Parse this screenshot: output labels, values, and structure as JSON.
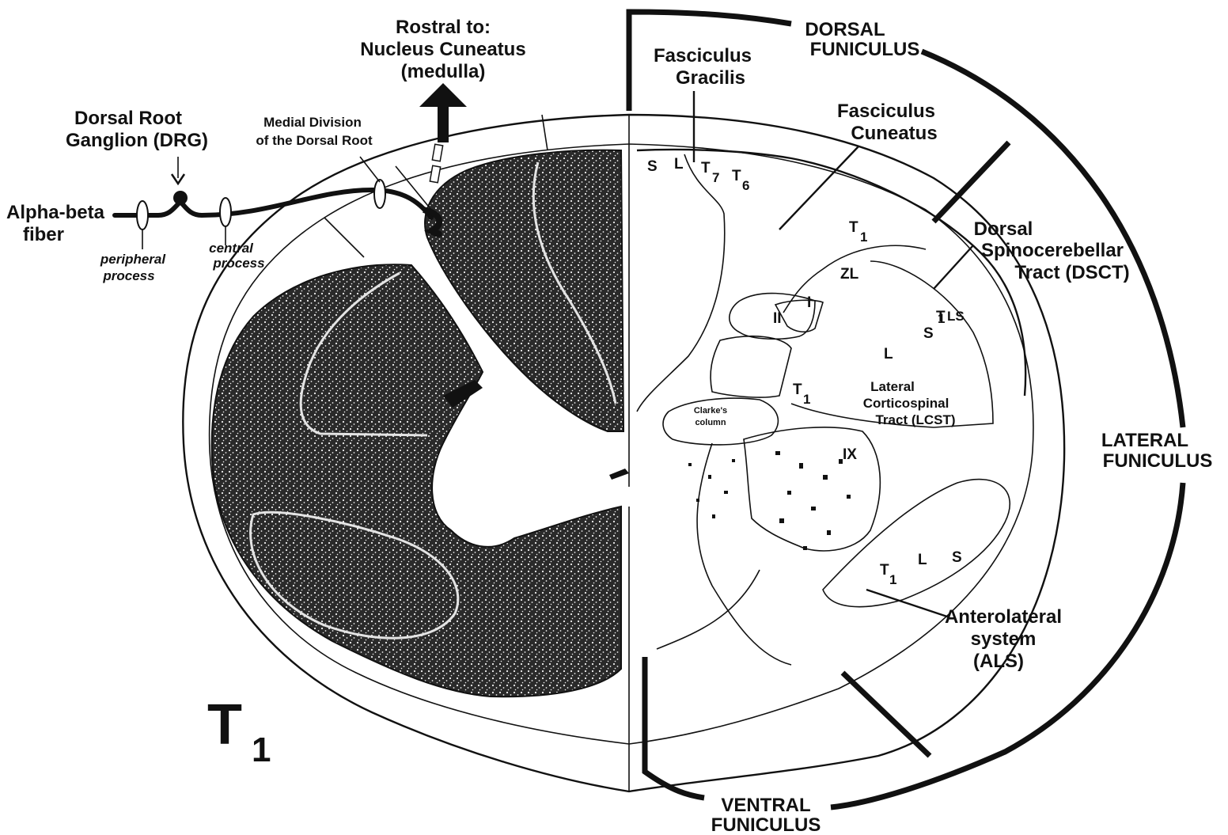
{
  "labels": {
    "rostral": [
      "Rostral to:",
      "Nucleus Cuneatus",
      "(medulla)"
    ],
    "dorsal_funiculus": [
      "DORSAL",
      "FUNICULUS"
    ],
    "fasciculus_gracilis": [
      "Fasciculus",
      "Gracilis"
    ],
    "fasciculus_cuneatus": [
      "Fasciculus",
      "Cuneatus"
    ],
    "drg": [
      "Dorsal Root",
      "Ganglion (DRG)"
    ],
    "medial_division": [
      "Medial Division",
      "of the Dorsal Root"
    ],
    "alpha_beta": [
      "Alpha-beta",
      "fiber"
    ],
    "peripheral_process": [
      "peripheral",
      "process"
    ],
    "central_process": [
      "central",
      "process"
    ],
    "dsct": [
      "Dorsal",
      "Spinocerebellar",
      "Tract (DSCT)"
    ],
    "lateral_funiculus": [
      "LATERAL",
      "FUNICULUS"
    ],
    "lcst": [
      "Lateral",
      "Corticospinal",
      "Tract (LCST)"
    ],
    "clarkes_column": [
      "Clarke's",
      "column"
    ],
    "als": [
      "Anterolateral",
      "system",
      "(ALS)"
    ],
    "ventral_funiculus": [
      "VENTRAL",
      "FUNICULUS"
    ],
    "level_letter": "T",
    "level_sub": "1"
  },
  "segments": {
    "gracilis_S": "S",
    "gracilis_L": "L",
    "gracilis_T": "T",
    "gracilis_T_sub": "7",
    "cuneatus_T6": "T",
    "cuneatus_T6_sub": "6",
    "cuneatus_T1": "T",
    "cuneatus_T1_sub": "1",
    "zl": "ZL",
    "lamina_I": "I",
    "lamina_II": "II",
    "lamina_IX": "IX",
    "lcst_S": "S",
    "lcst_L": "L",
    "lcst_T1": "T",
    "lcst_T1_sub": "1",
    "dsct_T1": "T",
    "dsct_T1_sub": "1",
    "dsct_LS": "LS",
    "als_T1": "T",
    "als_T1_sub": "1",
    "als_L": "L",
    "als_S": "S"
  }
}
